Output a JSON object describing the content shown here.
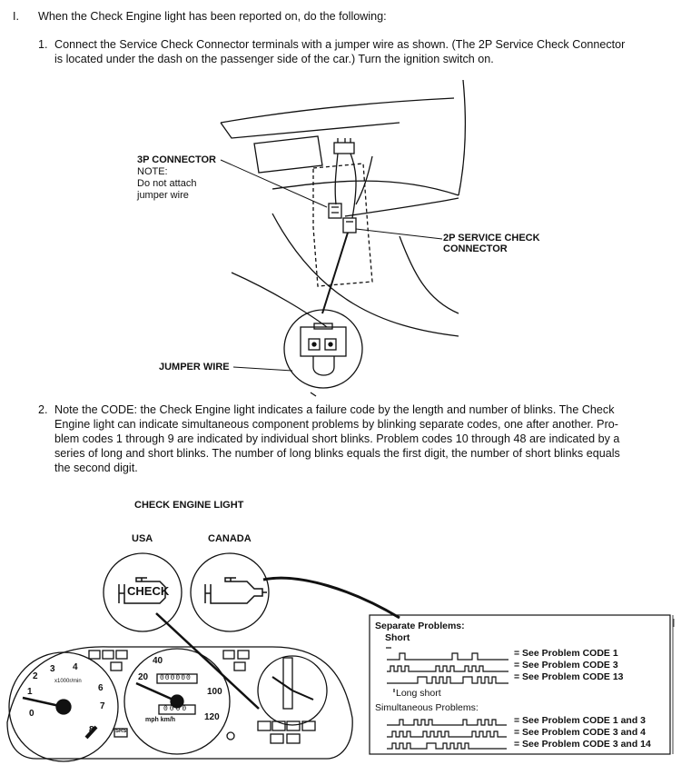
{
  "section": {
    "numeral": "I.",
    "intro": "When the Check Engine light has been reported on, do the following:"
  },
  "step1": {
    "num": "1.",
    "line1": "Connect the Service Check Connector terminals with a jumper wire as shown. (The 2P Service Check Connector",
    "line2": "is located under the dash on the passenger side of the car.) Turn the ignition switch on."
  },
  "diagram1": {
    "connector3p_title": "3P CONNECTOR",
    "note_label": "NOTE:",
    "note_line1": "Do not attach",
    "note_line2": "jumper wire",
    "connector2p_line1": "2P SERVICE CHECK",
    "connector2p_line2": "CONNECTOR",
    "jumper_wire": "JUMPER WIRE"
  },
  "step2": {
    "num": "2.",
    "lines": [
      "Note the CODE: the Check Engine light indicates a failure code by the length and number of blinks. The Check",
      "Engine light can indicate simultaneous component problems by blinking separate codes, one after another. Pro-",
      "blem codes 1 through 9 are indicated by individual short blinks. Problem codes 10 through 48 are indicated by a",
      "series of long and short blinks. The number of long blinks equals the first digit, the number of short blinks equals",
      "the second digit."
    ]
  },
  "diagram2": {
    "title": "CHECK ENGINE LIGHT",
    "usa": "USA",
    "canada": "CANADA",
    "check_text": "CHECK",
    "gauge_unit_rpm": "x1000r/min",
    "gauge_unit_speed": "mph km/h",
    "odometer": "000000",
    "trip": "0000",
    "srs": "SRS"
  },
  "legend": {
    "separate_title": "Separate Problems:",
    "short_label": "Short",
    "separate_codes": [
      "= See Problem CODE 1",
      "= See Problem CODE 3",
      "= See Problem CODE 13"
    ],
    "long_short_label": "Long short",
    "simultaneous_title": "Simultaneous Problems:",
    "simultaneous_codes": [
      "= See Problem CODE 1 and 3",
      "= See Problem CODE 3 and 4",
      "= See Problem CODE 3 and 14"
    ]
  }
}
